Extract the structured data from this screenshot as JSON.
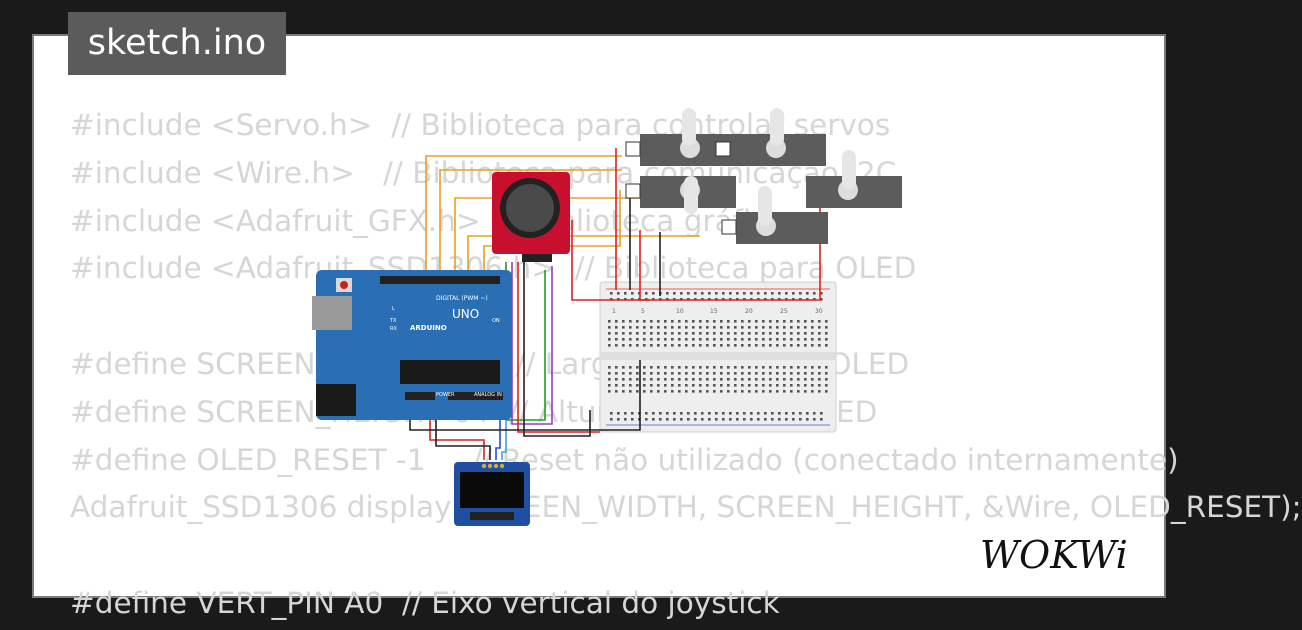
{
  "title_tab": {
    "label": "sketch.ino"
  },
  "code_lines": [
    "#include <Servo.h>  // Biblioteca para controlar servos",
    "#include <Wire.h>   // Biblioteca para comunicação I2C",
    "#include <Adafruit_GFX.h>  // Biblioteca gráfica",
    "#include <Adafruit_SSD1306.h>  // Biblioteca para OLED",
    "",
    "#define SCREEN_WIDTH 128  // Largura do display OLED",
    "#define SCREEN_HEIGHT 64  // Altura do display OLED",
    "#define OLED_RESET -1     // Reset não utilizado (conectado internamente)",
    "Adafruit_SSD1306 display(SCREEN_WIDTH, SCREEN_HEIGHT, &Wire, OLED_RESET);",
    "",
    "#define VERT_PIN A0  // Eixo vertical do joystick"
  ],
  "arduino": {
    "brand": "ARDUINO",
    "model": "UNO",
    "digital_label": "DIGITAL (PWM ~)",
    "power_label": "POWER",
    "analog_label": "ANALOG IN",
    "on_label": "ON",
    "l_label": "L",
    "tx_label": "TX",
    "rx_label": "RX"
  },
  "breadboard": {
    "column_numbers": [
      "1",
      "5",
      "10",
      "15",
      "20",
      "25",
      "30"
    ]
  },
  "logo": {
    "text": "WOKWi"
  },
  "colors": {
    "background": "#1a1a1a",
    "card": "#ffffff",
    "code_text": "#d6d6d6",
    "tab": "#5b5b5b",
    "arduino_blue": "#2a6fb4",
    "joystick_red": "#c8102e",
    "servo_gray": "#5c5c5c",
    "wire_orange": "#e8a020"
  },
  "icons": [
    "arduino-board",
    "servo-motor",
    "joystick-module",
    "oled-display",
    "breadboard",
    "wokwi-logo"
  ]
}
